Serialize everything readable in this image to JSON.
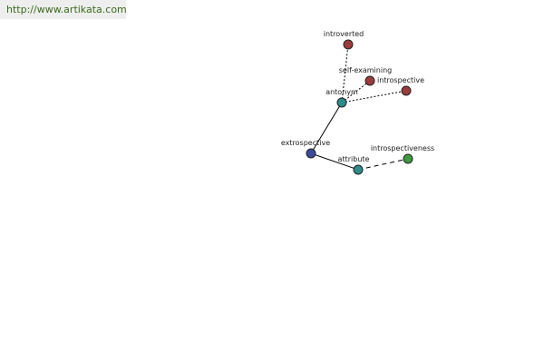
{
  "header": {
    "site_url": "http://www.artikata.com"
  },
  "colors": {
    "teal_node": "#2e8b8b",
    "blue_node": "#3b4b9c",
    "red_node": "#9c3b3b",
    "green_node": "#3f9a3f",
    "edge": "#000000"
  },
  "graph": {
    "nodes": [
      {
        "id": "extrospective",
        "label": "extrospective",
        "color": "blue_node"
      },
      {
        "id": "antonym",
        "label": "antonym",
        "color": "teal_node"
      },
      {
        "id": "attribute",
        "label": "attribute",
        "color": "teal_node"
      },
      {
        "id": "introverted",
        "label": "introverted",
        "color": "red_node"
      },
      {
        "id": "self-examining",
        "label": "self-examining",
        "color": "red_node"
      },
      {
        "id": "introspective",
        "label": "introspective",
        "color": "red_node"
      },
      {
        "id": "introspectiveness",
        "label": "introspectiveness",
        "color": "green_node"
      }
    ],
    "edges": [
      {
        "from": "extrospective",
        "to": "antonym",
        "style": "solid"
      },
      {
        "from": "extrospective",
        "to": "attribute",
        "style": "solid"
      },
      {
        "from": "antonym",
        "to": "introverted",
        "style": "dotted"
      },
      {
        "from": "antonym",
        "to": "self-examining",
        "style": "dotted"
      },
      {
        "from": "antonym",
        "to": "introspective",
        "style": "dotted"
      },
      {
        "from": "attribute",
        "to": "introspectiveness",
        "style": "dashed"
      }
    ]
  }
}
